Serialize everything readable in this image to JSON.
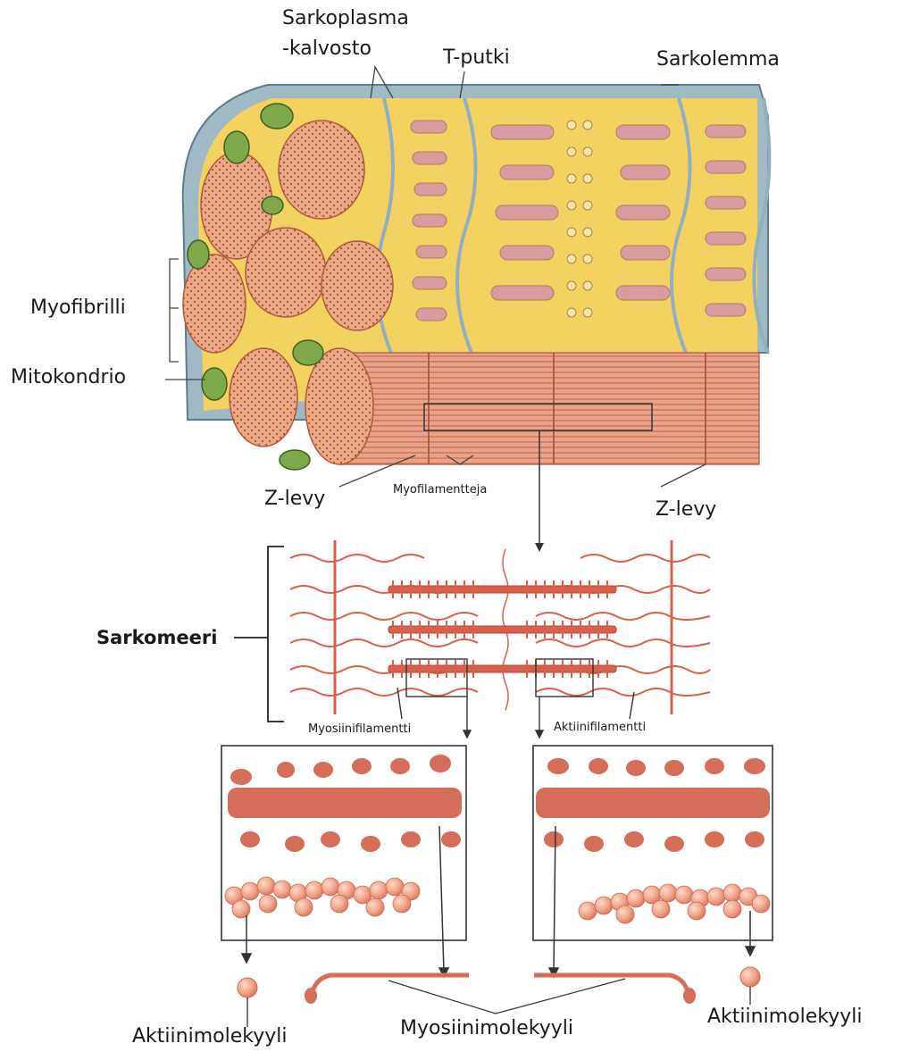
{
  "labels": {
    "sarkoplasma_line1": "Sarkoplasma",
    "sarkoplasma_line2": "-kalvosto",
    "t_putki": "T-putki",
    "sarkolemma": "Sarkolemma",
    "myofibrilli": "Myofibrilli",
    "mitokondrio": "Mitokondrio",
    "z_levy_left": "Z-levy",
    "myofilamentteja": "Myofilamentteja",
    "z_levy_right": "Z-levy",
    "sarkomeeri": "Sarkomeeri",
    "myosiinifilamentti": "Myosiinifilamentti",
    "aktiinifilamentti": "Aktiinifilamentti",
    "aktiinimolekyyli_left": "Aktiinimolekyyli",
    "myosiinimolekyyli": "Myosiinimolekyyli",
    "aktiinimolekyyli_right": "Aktiinimolekyyli"
  },
  "colors": {
    "muscle_yellow": "#f2cf55",
    "myofibril_pink": "#e9a884",
    "mitochondria_green": "#7fa84a",
    "sarcolemma_blue": "#8fb0c0",
    "filament_red": "#d9604c",
    "molecule_salmon": "#f0a488",
    "line_dark": "#333333"
  }
}
